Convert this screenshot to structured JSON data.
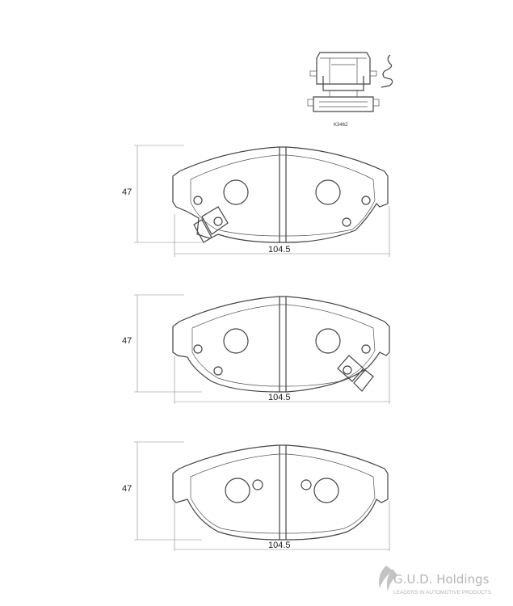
{
  "accessory_kit": {
    "code": "K3462"
  },
  "pads": [
    {
      "height_label": "47",
      "width_label": "104.5",
      "sensor": "left"
    },
    {
      "height_label": "47",
      "width_label": "104.5",
      "sensor": "right"
    },
    {
      "height_label": "47",
      "width_label": "104.5",
      "sensor": "none"
    }
  ],
  "logo": {
    "name": "G.U.D. Holdings",
    "tagline": "LEADERS IN AUTOMOTIVE PRODUCTS",
    "color": "#b5b5b5"
  },
  "colors": {
    "outline": "#444444",
    "dimension": "#888888"
  }
}
